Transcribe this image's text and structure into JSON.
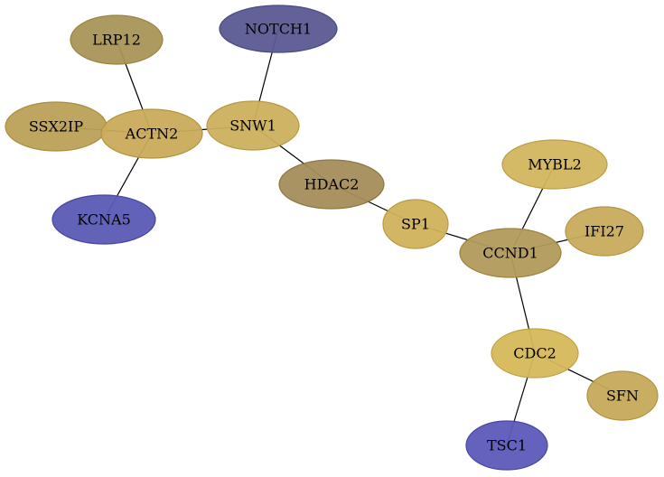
{
  "nodes": [
    {
      "id": "NOTCH1",
      "label": "NOTCH1",
      "fill": "#5a5a94",
      "stroke": "#4a4a84"
    },
    {
      "id": "LRP12",
      "label": "LRP12",
      "fill": "#a89558",
      "stroke": "#9a8540"
    },
    {
      "id": "SSX2IP",
      "label": "SSX2IP",
      "fill": "#bba157",
      "stroke": "#a89040"
    },
    {
      "id": "ACTN2",
      "label": "ACTN2",
      "fill": "#c9ab5a",
      "stroke": "#b4963f"
    },
    {
      "id": "SNW1",
      "label": "SNW1",
      "fill": "#ccb05e",
      "stroke": "#b89a42"
    },
    {
      "id": "KCNA5",
      "label": "KCNA5",
      "fill": "#5a5ab5",
      "stroke": "#4646a0"
    },
    {
      "id": "HDAC2",
      "label": "HDAC2",
      "fill": "#a48d5a",
      "stroke": "#8e7940"
    },
    {
      "id": "SP1",
      "label": "SP1",
      "fill": "#d0b25c",
      "stroke": "#bb9c42"
    },
    {
      "id": "MYBL2",
      "label": "MYBL2",
      "fill": "#d2b55f",
      "stroke": "#bd9f45"
    },
    {
      "id": "IFI27",
      "label": "IFI27",
      "fill": "#c8ab5c",
      "stroke": "#b39640"
    },
    {
      "id": "CCND1",
      "label": "CCND1",
      "fill": "#b29a5a",
      "stroke": "#9c8540"
    },
    {
      "id": "CDC2",
      "label": "CDC2",
      "fill": "#d6b85a",
      "stroke": "#c2a240"
    },
    {
      "id": "SFN",
      "label": "SFN",
      "fill": "#c6a95a",
      "stroke": "#b09440"
    },
    {
      "id": "TSC1",
      "label": "TSC1",
      "fill": "#5c5ab8",
      "stroke": "#4848a4"
    }
  ],
  "edges": [
    [
      "LRP12",
      "ACTN2"
    ],
    [
      "SSX2IP",
      "ACTN2"
    ],
    [
      "ACTN2",
      "KCNA5"
    ],
    [
      "ACTN2",
      "SNW1"
    ],
    [
      "NOTCH1",
      "SNW1"
    ],
    [
      "SNW1",
      "HDAC2"
    ],
    [
      "HDAC2",
      "SP1"
    ],
    [
      "SP1",
      "CCND1"
    ],
    [
      "MYBL2",
      "CCND1"
    ],
    [
      "IFI27",
      "CCND1"
    ],
    [
      "CCND1",
      "CDC2"
    ],
    [
      "CDC2",
      "SFN"
    ],
    [
      "CDC2",
      "TSC1"
    ]
  ]
}
